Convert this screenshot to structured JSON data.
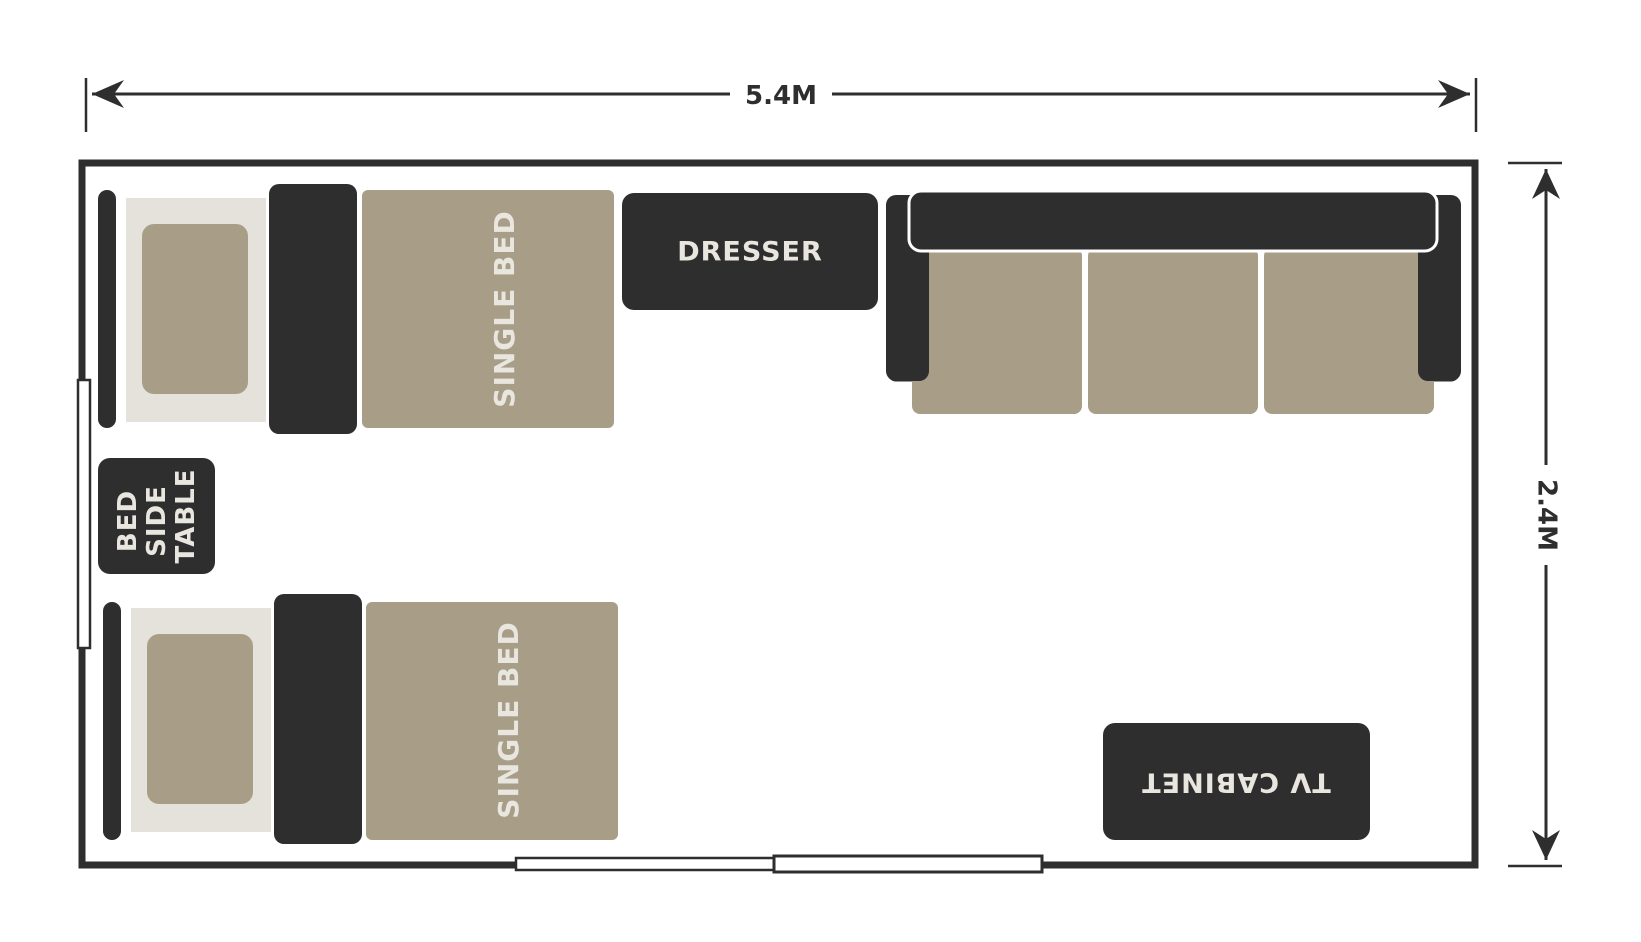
{
  "dimensions": {
    "width_label": "5.4M",
    "height_label": "2.4M"
  },
  "furniture": {
    "bed_top_label": "SINGLE BED",
    "bed_bottom_label": "SINGLE BED",
    "dresser_label": "DRESSER",
    "bedside_table_lines": [
      "BED",
      "SIDE",
      "TABLE"
    ],
    "tv_cabinet_label": "TV CABINET"
  },
  "colors": {
    "dark": "#2e2e2e",
    "tan": "#a89e88",
    "pillow_bg": "#e5e2dc",
    "label_light": "#e9e6df",
    "wall": "#2e2e2e"
  }
}
